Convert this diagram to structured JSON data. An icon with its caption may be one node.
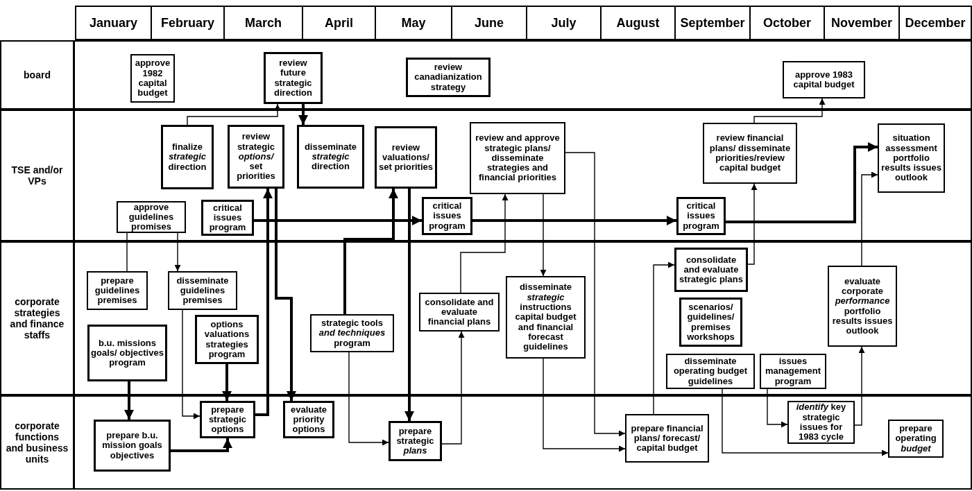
{
  "diagram": {
    "nodes": [
      {
        "text": [
          "board"
        ]
      },
      {
        "text": [
          "approve 1982 capital budget"
        ],
        "in": 0
      },
      {
        "text": [
          "review future strategic direction"
        ],
        "in": 0
      },
      {
        "text": [
          "review canadianization strategy"
        ],
        "in": 0
      },
      {
        "text": [
          "approve 1983 capital budget"
        ],
        "in": 0
      },
      {
        "text": [
          "TSE and/or VPs"
        ]
      },
      {
        "text": [
          "finalize *strategic* direction"
        ],
        "in": 5
      },
      {
        "text": [
          "review strategic *options/* set priorities"
        ],
        "in": 5
      },
      {
        "text": [
          "disseminate *strategic* direction"
        ],
        "in": 5
      },
      {
        "text": [
          "review valuations/ set priorities"
        ],
        "in": 5
      },
      {
        "text": [
          "review and approve strategic plans/ disseminate strategies and financial priorities"
        ],
        "in": 5
      },
      {
        "text": [
          "review financial plans/ disseminate priorities/review capital budget"
        ],
        "in": 5
      },
      {
        "text": [
          "situation assessment portfolio results issues outlook"
        ],
        "in": 5
      },
      {
        "text": [
          "approve guidelines promises"
        ],
        "in": 5
      },
      {
        "text": [
          "critical issues program"
        ],
        "in": 5
      },
      {
        "text": [
          "critical issues program"
        ],
        "in": 5
      },
      {
        "text": [
          "critical issues program"
        ],
        "in": 5
      },
      {
        "text": [
          "corporate strategies and finance staffs"
        ]
      },
      {
        "text": [
          "prepare guidelines premises"
        ],
        "in": 17
      },
      {
        "text": [
          "disseminate guidelines premises"
        ],
        "in": 17
      },
      {
        "text": [
          "b.u. missions goals/ objectives program"
        ],
        "in": 17
      },
      {
        "text": [
          "options valuations strategies program"
        ],
        "in": 17
      },
      {
        "text": [
          "strategic tools *and techniques* program"
        ],
        "in": 17
      },
      {
        "text": [
          "consolidate and evaluate financial plans"
        ],
        "in": 17
      },
      {
        "text": [
          "disseminate *strategic* instructions capital budget and financial forecast guidelines"
        ],
        "in": 17
      },
      {
        "text": [
          "consolidate and evaluate strategic plans"
        ],
        "in": 17
      },
      {
        "text": [
          "scenarios/ guidelines/ premises workshops"
        ],
        "in": 17
      },
      {
        "text": [
          "disseminate operating budget guidelines"
        ],
        "in": 17
      },
      {
        "text": [
          "issues management program"
        ],
        "in": 17
      },
      {
        "text": [
          "evaluate corporate *performance* portfolio results issues outlook"
        ],
        "in": 17
      },
      {
        "text": [
          "corporate functions and business units"
        ]
      },
      {
        "text": [
          "prepare strategic options"
        ],
        "in": 30
      },
      {
        "text": [
          "evaluate priority options"
        ],
        "in": 30
      },
      {
        "text": [
          "prepare b.u. mission goals objectives"
        ],
        "in": 30
      },
      {
        "text": [
          "prepare strategic *plans*"
        ],
        "in": 30
      },
      {
        "text": [
          "prepare financial plans/ forecast/ capital budget"
        ],
        "in": 30
      },
      {
        "text": [
          "*identify* key strategic issues for 1983 cycle"
        ],
        "in": 30
      },
      {
        "text": [
          "prepare operating *budget*"
        ],
        "in": 30
      }
    ],
    "edges": [
      {
        "from": 6,
        "to": 2,
        "arrow": "to"
      },
      {
        "from": 2,
        "to": 8,
        "arrow": "to",
        "style": "thick"
      },
      {
        "from": 13,
        "to": 18,
        "arrow": "none"
      },
      {
        "from": 13,
        "to": 19,
        "arrow": "to"
      },
      {
        "from": 19,
        "to": 31,
        "arrow": "to"
      },
      {
        "from": 21,
        "to": 31,
        "arrow": "to",
        "style": "thick"
      },
      {
        "from": 20,
        "to": 33,
        "arrow": "to",
        "style": "thick"
      },
      {
        "from": 33,
        "to": 31,
        "arrow": "to",
        "style": "thick"
      },
      {
        "from": 31,
        "to": 7,
        "arrow": "to",
        "style": "thick"
      },
      {
        "from": 7,
        "to": 32,
        "arrow": "to",
        "style": "thick"
      },
      {
        "from": 14,
        "to": 15,
        "arrow": "to",
        "style": "thick"
      },
      {
        "from": 22,
        "to": 9,
        "arrow": "to",
        "style": "thick"
      },
      {
        "from": 9,
        "to": 34,
        "arrow": "to",
        "style": "thick"
      },
      {
        "from": 22,
        "to": 34,
        "arrow": "to"
      },
      {
        "from": 34,
        "to": 23,
        "arrow": "to"
      },
      {
        "from": 23,
        "to": 10,
        "arrow": "to"
      },
      {
        "from": 10,
        "to": 24,
        "arrow": "to"
      },
      {
        "from": 10,
        "to": 35,
        "arrow": "to"
      },
      {
        "from": 24,
        "to": 35,
        "arrow": "to"
      },
      {
        "from": 35,
        "to": 25,
        "arrow": "to"
      },
      {
        "from": 25,
        "to": 11,
        "arrow": "to"
      },
      {
        "from": 11,
        "to": 4,
        "arrow": "to"
      },
      {
        "from": 15,
        "to": 16,
        "arrow": "to",
        "style": "thick"
      },
      {
        "from": 16,
        "to": 12,
        "arrow": "to",
        "style": "thick"
      },
      {
        "from": 27,
        "to": 37,
        "arrow": "to"
      },
      {
        "from": 28,
        "to": 36,
        "arrow": "to"
      },
      {
        "from": 36,
        "to": 29,
        "arrow": "to"
      },
      {
        "from": 29,
        "to": 12,
        "arrow": "to"
      }
    ],
    "labels": [
      "January",
      "February",
      "March",
      "April",
      "May",
      "June",
      "July",
      "August",
      "September",
      "October",
      "November",
      "December"
    ]
  }
}
